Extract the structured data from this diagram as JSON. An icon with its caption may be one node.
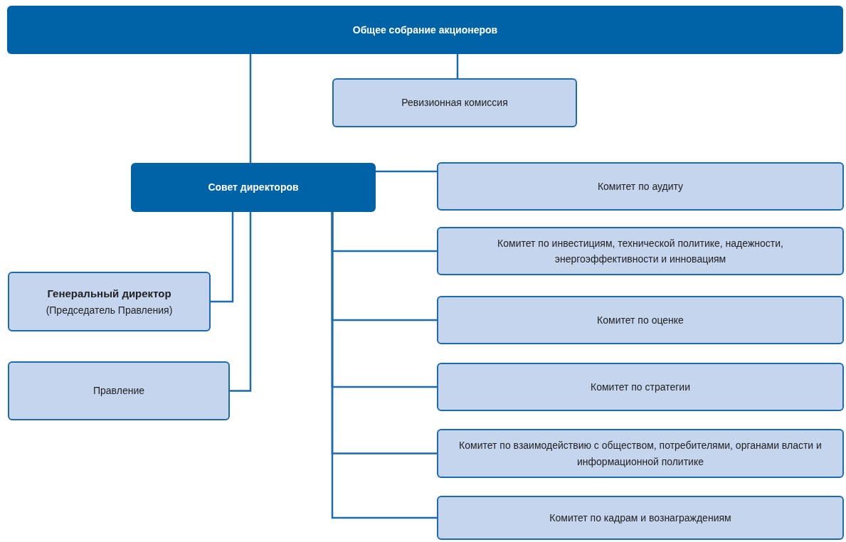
{
  "diagram": {
    "nodes": [
      {
        "text": [
          "Общее собрание акционеров"
        ]
      },
      {
        "text": [
          "Ревизионная комиссия"
        ]
      },
      {
        "text": [
          "Совет директоров"
        ]
      },
      {
        "text": [
          "Комитет по аудиту"
        ]
      },
      {
        "text": [
          "Комитет по инвестициям, технической политике, надежности, энергоэффективности и инновациям"
        ]
      },
      {
        "text": [
          "Комитет по оценке"
        ]
      },
      {
        "text": [
          "Комитет по стратегии"
        ]
      },
      {
        "text": [
          "Комитет по взаимодействию с обществом, потребителями, органами власти и информационной политике"
        ]
      },
      {
        "text": [
          "Комитет по кадрам и вознаграждениям"
        ]
      },
      {
        "text": [
          "Генеральный директор",
          "(Председатель Правления)"
        ]
      },
      {
        "text": [
          "Правление"
        ]
      }
    ],
    "edges": [
      {
        "from": 0,
        "to": 1,
        "arrow": "none"
      },
      {
        "from": 0,
        "to": 2,
        "arrow": "none"
      },
      {
        "from": 2,
        "to": 3,
        "arrow": "none"
      },
      {
        "from": 2,
        "to": 4,
        "arrow": "none"
      },
      {
        "from": 2,
        "to": 5,
        "arrow": "none"
      },
      {
        "from": 2,
        "to": 6,
        "arrow": "none"
      },
      {
        "from": 2,
        "to": 7,
        "arrow": "none"
      },
      {
        "from": 2,
        "to": 8,
        "arrow": "none"
      },
      {
        "from": 2,
        "to": 9,
        "arrow": "none"
      },
      {
        "from": 2,
        "to": 10,
        "arrow": "none"
      }
    ]
  }
}
